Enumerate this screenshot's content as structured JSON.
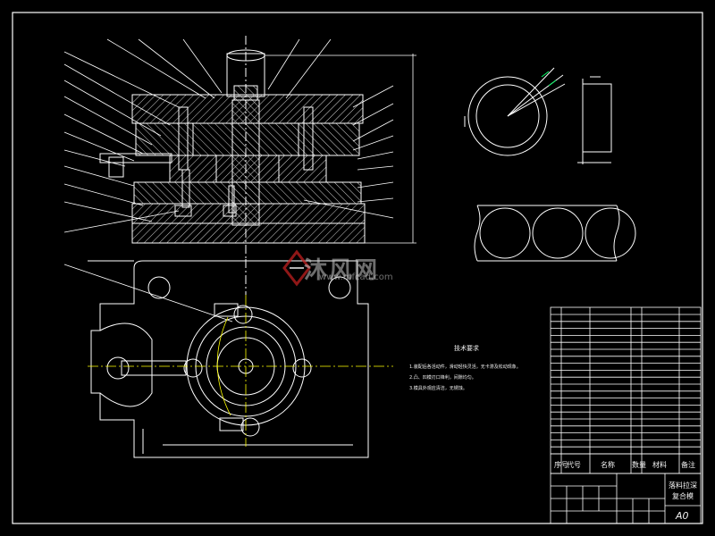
{
  "watermark": {
    "site_name": "沐风网",
    "url": "www.mfcad.com"
  },
  "notes": {
    "heading": "技术要求",
    "lines": [
      "1.装配后各活动件，滑动轻快灵活，无卡滞及松动现象。",
      "2.凸、凹模刃口锋利，间隙均匀。",
      "3.模具外观应清洁，无锈蚀。"
    ]
  },
  "title_block": {
    "drawing_name": "落料拉深",
    "drawing_name_2": "复合模",
    "sheet_size": "A0",
    "header_cells": [
      "序号",
      "代号",
      "名称",
      "数量",
      "材料",
      "备注"
    ]
  },
  "colors": {
    "outline": "#ffffff",
    "hatch": "#d8d8d8",
    "dimension": "#ffffff",
    "center_line": "#ffff00",
    "accent_green": "#00ff66",
    "watermark_red": "#cc2222"
  }
}
